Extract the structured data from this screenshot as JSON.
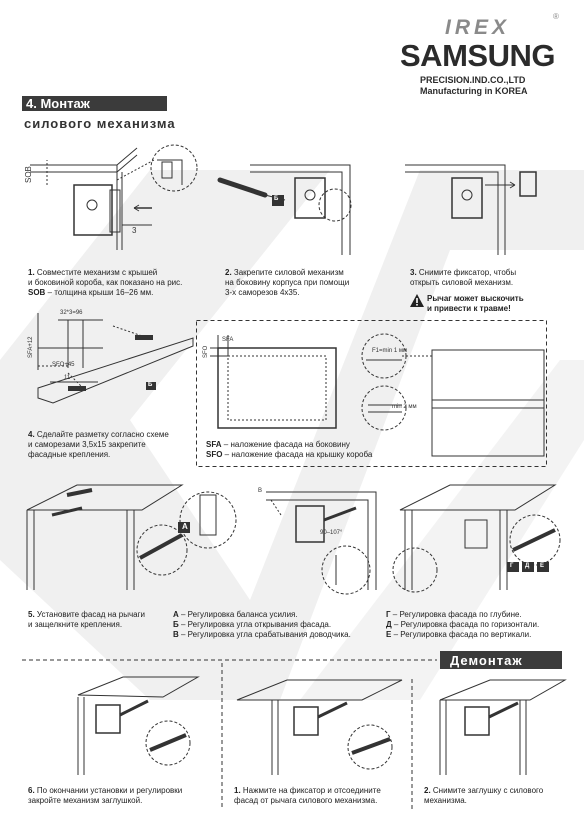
{
  "header": {
    "brand_irex": "IREX",
    "registered": "®",
    "brand_samsung": "SAMSUNG",
    "company_line1": "PRECISION.IND.CO.,LTD",
    "company_line2": "Manufacturing in KOREA"
  },
  "section": {
    "title_line1": "4. Монтаж",
    "title_line2": "силового механизма",
    "removal_title": "Демонтаж"
  },
  "labels": {
    "sob": "SOB",
    "dim3": "3",
    "screw_letter": "Б",
    "dim_top": "32*3=96",
    "sfa12": "SFA+12",
    "sfo45": "SFO+45",
    "dim_small": "11",
    "letter_b2": "Б",
    "sfa": "SFA",
    "sfo": "SFO",
    "f1": "F1=min 1 мм",
    "min2": "min 2 мм",
    "angle": "90–107°",
    "letter_a": "A",
    "letter_v": "В",
    "letter_g": "Г",
    "letter_d": "Д",
    "letter_e": "Е"
  },
  "steps": {
    "s1_num": "1.",
    "s1_text1": " Совместите механизм с крышей",
    "s1_text2": "и боковиной короба, как показано на рис.",
    "s1_sob": "SOB",
    "s1_text3": " – толщина крыши 16–26 мм.",
    "s2_num": "2.",
    "s2_text1": " Закрепите силовой механизм",
    "s2_text2": "на боковину корпуса при помощи",
    "s2_text3": "3-х саморезов 4х35.",
    "s3_num": "3.",
    "s3_text1": " Снимите фиксатор, чтобы",
    "s3_text2": "открыть силовой механизм.",
    "s3_warn1": "Рычаг может выскочить",
    "s3_warn2": "и привести к травме!",
    "s4_num": "4.",
    "s4_text1": " Сделайте разметку согласно схеме",
    "s4_text2": "и саморезами 3,5х15 закрепите",
    "s4_text3": "фасадные крепления.",
    "sfa_key": "SFA",
    "sfa_desc": " – наложение фасада на боковину",
    "sfo_key": "SFO",
    "sfo_desc": " – наложение фасада на крышку короба",
    "s5_num": "5.",
    "s5_text1": " Установите фасад на рычаги",
    "s5_text2": "и защелкните крепления.",
    "adj_a_key": "А",
    "adj_a": " – Регулировка баланса усилия.",
    "adj_b_key": "Б",
    "adj_b": " – Регулировка угла открывания фасада.",
    "adj_v_key": "В",
    "adj_v": " – Регулировка угла срабатывания доводчика.",
    "adj_g_key": "Г",
    "adj_g": " – Регулировка фасада по глубине.",
    "adj_d_key": "Д",
    "adj_d": " – Регулировка фасада по горизонтали.",
    "adj_e_key": "Е",
    "adj_e": " –  Регулировка фасада по вертикали.",
    "s6_num": "6.",
    "s6_text1": " По окончании установки и регулировки",
    "s6_text2": "закройте механизм заглушкой.",
    "r1_num": "1.",
    "r1_text1": " Нажмите на фиксатор и отсоедините",
    "r1_text2": "фасад от рычага силового механизма.",
    "r2_num": "2.",
    "r2_text1": " Снимите заглушку с силового",
    "r2_text2": "механизма."
  },
  "colors": {
    "bar": "#3b3b3b",
    "watermark": "#ececec",
    "line": "#333333"
  }
}
